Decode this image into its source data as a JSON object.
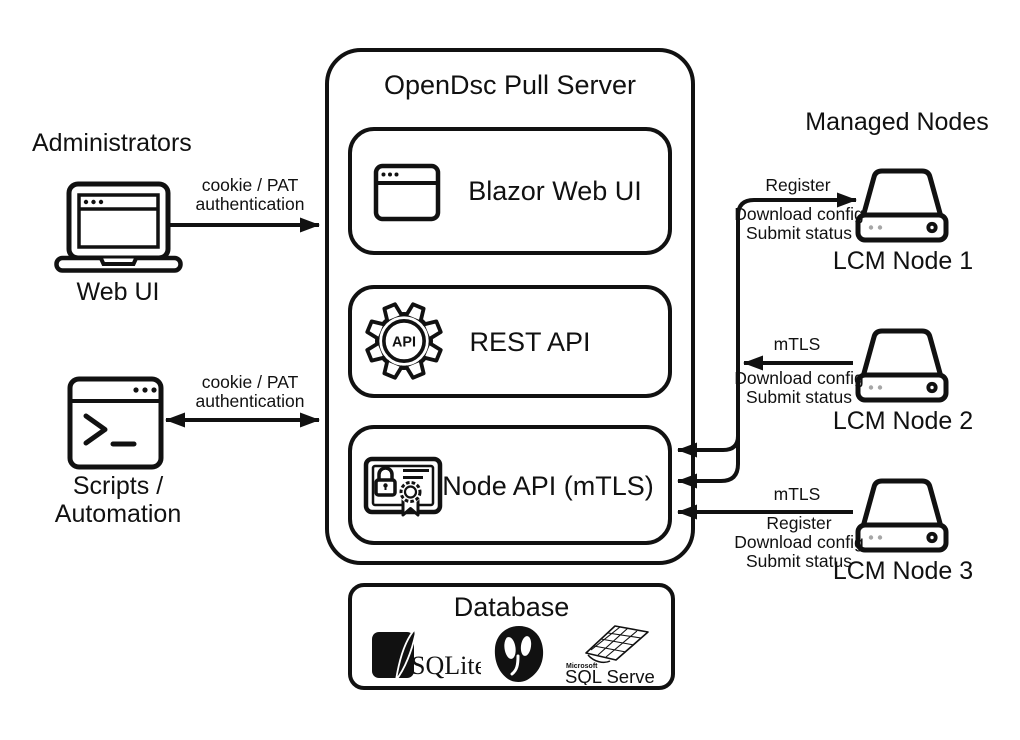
{
  "left": {
    "heading": "Administrators",
    "web_ui_label": "Web UI",
    "scripts_label_1": "Scripts /",
    "scripts_label_2": "Automation",
    "web_auth_label_1": "cookie / PAT",
    "web_auth_label_2": "authentication",
    "scripts_auth_label_1": "cookie / PAT",
    "scripts_auth_label_2": "authentication",
    "icons": {
      "web_ui": "laptop-icon",
      "scripts": "terminal-window-icon"
    }
  },
  "server": {
    "title": "OpenDsc Pull Server",
    "blazor": {
      "label": "Blazor Web UI",
      "icon": "browser-window-icon"
    },
    "rest": {
      "label": "REST API",
      "icon": "api-gear-icon",
      "icon_text": "API"
    },
    "node_api": {
      "label": "Node API (mTLS)",
      "icon": "certificate-icon"
    }
  },
  "database": {
    "title": "Database",
    "engines": [
      {
        "name": "SQLite",
        "icon": "sqlite-logo",
        "text": "SQLite"
      },
      {
        "name": "PostgreSQL",
        "icon": "postgresql-elephant-logo"
      },
      {
        "name": "SQL Server",
        "icon": "sql-server-logo",
        "vendor_text": "Microsoft",
        "text": "SQL Server"
      }
    ]
  },
  "nodes": {
    "heading": "Managed Nodes",
    "icon": "server-drive-icon",
    "node1": {
      "label": "LCM Node 1",
      "above_line": "Register",
      "below_line_1": "Download config",
      "below_line_2": "Submit status"
    },
    "node2": {
      "label": "LCM Node 2",
      "above_line": "mTLS",
      "below_line_1": "Download config",
      "below_line_2": "Submit status"
    },
    "node3": {
      "label": "LCM Node 3",
      "above_line": "mTLS",
      "below_line_1": "Register",
      "below_line_2": "Download config",
      "below_line_3": "Submit status"
    }
  },
  "colors": {
    "ink": "#111111",
    "background": "#ffffff",
    "muted_dot": "#a6a6a6"
  }
}
